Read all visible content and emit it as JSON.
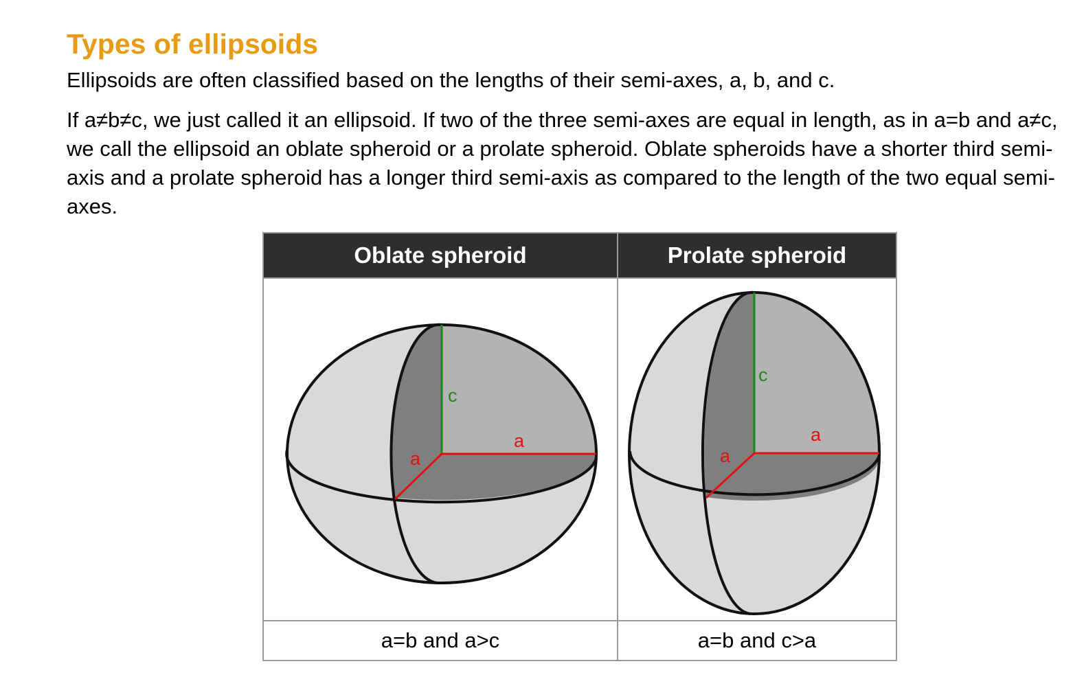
{
  "title": "Types of ellipsoids",
  "intro": "Ellipsoids are often classified based on the lengths of their semi-axes, a, b, and c.",
  "paragraph": "If a≠b≠c, we just called it an ellipsoid. If two of the three semi-axes are equal in length, as in a=b and a≠c, we call the ellipsoid an oblate spheroid or a prolate spheroid. Oblate spheroids have a shorter third semi-axis and a prolate spheroid has a longer third semi-axis as compared to the length of the two equal semi-axes.",
  "table": {
    "headers": [
      "Oblate spheroid",
      "Prolate spheroid"
    ],
    "captions": [
      "a=b and a>c",
      "a=b and c>a"
    ]
  },
  "diagrams": {
    "oblate": {
      "label_c": "c",
      "label_a_horizontal": "a",
      "label_a_diagonal": "a"
    },
    "prolate": {
      "label_c": "c",
      "label_a_horizontal": "a",
      "label_a_diagonal": "a"
    }
  },
  "colors": {
    "title": "#e69b12",
    "axis_c": "#1a8a1a",
    "axis_a": "#e01010",
    "header_bg": "#2e2e2e"
  }
}
